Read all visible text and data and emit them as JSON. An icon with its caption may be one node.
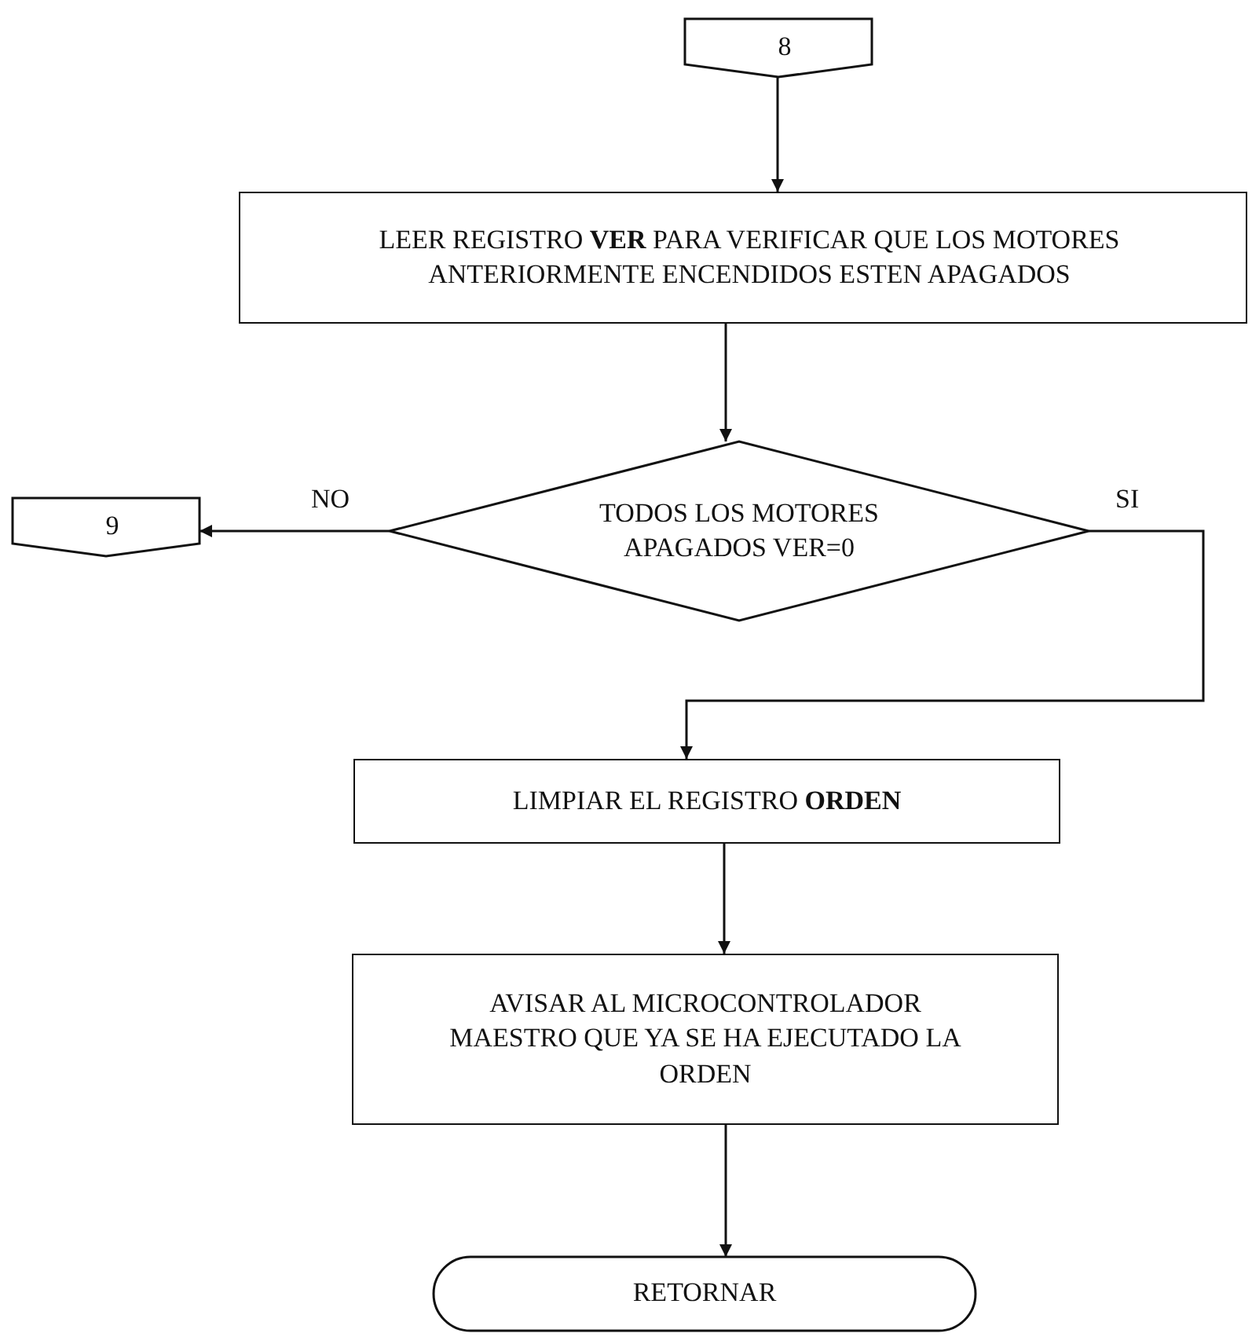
{
  "diagram": {
    "nodes": [
      {
        "text": [
          "8"
        ]
      },
      {
        "text": [
          "LEER REGISTRO **VER** PARA VERIFICAR QUE LOS MOTORES ANTERIORMENTE ENCENDIDOS ESTEN APAGADOS"
        ]
      },
      {
        "text": [
          "TODOS LOS MOTORES APAGADOS VER=0"
        ]
      },
      {
        "text": [
          "9"
        ]
      },
      {
        "text": [
          "LIMPIAR EL REGISTRO **ORDEN**"
        ]
      },
      {
        "text": [
          "AVISAR AL MICROCONTROLADOR MAESTRO QUE YA SE HA EJECUTADO LA ORDEN"
        ]
      },
      {
        "text": [
          "RETORNAR"
        ]
      }
    ],
    "edges": [
      {
        "from": 0,
        "to": 1,
        "arrow": "to"
      },
      {
        "from": 1,
        "to": 2,
        "arrow": "to"
      },
      {
        "from": 2,
        "to": 3,
        "arrow": "to",
        "label": "NO"
      },
      {
        "from": 2,
        "to": 4,
        "arrow": "to",
        "label": "SI"
      },
      {
        "from": 4,
        "to": 5,
        "arrow": "to"
      },
      {
        "from": 5,
        "to": 6,
        "arrow": "to"
      }
    ]
  }
}
